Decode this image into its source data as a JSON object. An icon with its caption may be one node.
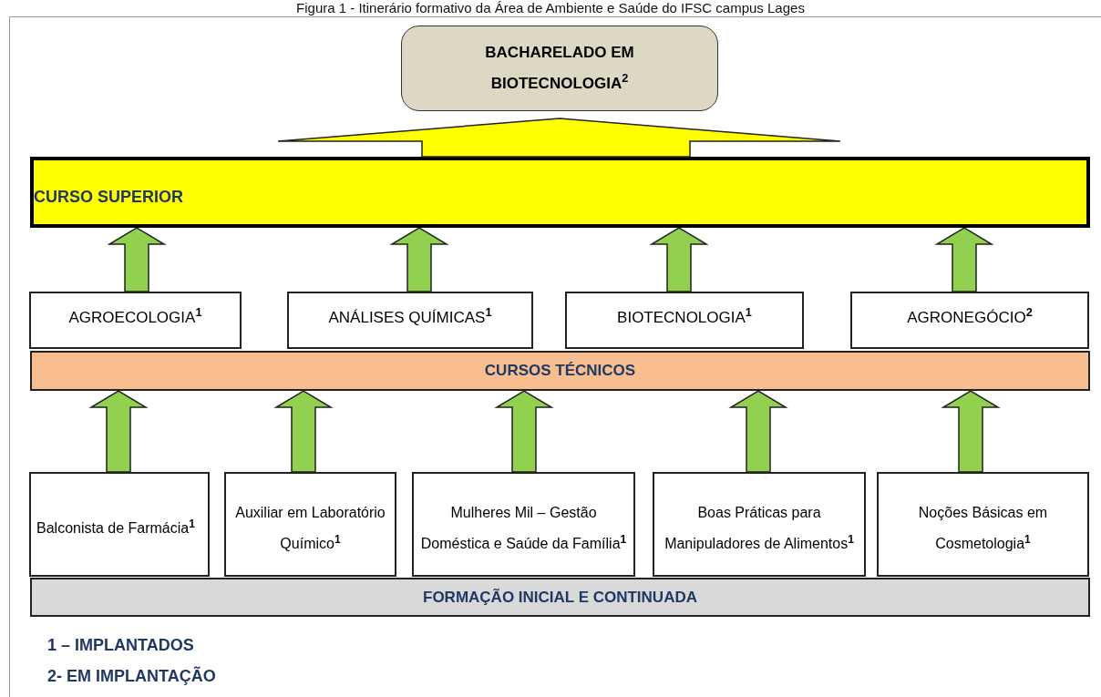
{
  "diagram": {
    "title": "Figura 1 - Itinerário formativo da Área de Ambiente e Saúde do IFSC campus Lages",
    "nodes": [
      {
        "text": [
          "BACHARELADO EM BIOTECNOLOGIA$^{2}$"
        ]
      },
      {
        "text": [
          "CURSO SUPERIOR"
        ]
      },
      {
        "text": [
          "AGROECOLOGIA$^{1}$"
        ]
      },
      {
        "text": [
          "ANÁLISES QUÍMICAS$^{1}$"
        ]
      },
      {
        "text": [
          "BIOTECNOLOGIA$^{1}$"
        ]
      },
      {
        "text": [
          "AGRONEGÓCIO$^{2}$"
        ]
      },
      {
        "text": [
          "CURSOS TÉCNICOS"
        ]
      },
      {
        "text": [
          "Balconista de Farmácia$^{1}$"
        ]
      },
      {
        "text": [
          "Auxiliar em Laboratório Químico$^{1}$"
        ]
      },
      {
        "text": [
          "Mulheres Mil – Gestão Doméstica e Saúde da Família$^{1}$"
        ]
      },
      {
        "text": [
          "Boas Práticas para Manipuladores de Alimentos$^{1}$"
        ]
      },
      {
        "text": [
          "Noções Básicas em Cosmetologia$^{1}$"
        ]
      },
      {
        "text": [
          "FORMAÇÃO INICIAL E CONTINUADA"
        ]
      }
    ],
    "edges": [
      {
        "from": 1,
        "to": 0,
        "arrow": "to"
      },
      {
        "from": 2,
        "to": 1,
        "arrow": "to"
      },
      {
        "from": 3,
        "to": 1,
        "arrow": "to"
      },
      {
        "from": 4,
        "to": 1,
        "arrow": "to"
      },
      {
        "from": 5,
        "to": 1,
        "arrow": "to"
      },
      {
        "from": 7,
        "to": 6,
        "arrow": "to"
      },
      {
        "from": 8,
        "to": 6,
        "arrow": "to"
      },
      {
        "from": 9,
        "to": 6,
        "arrow": "to"
      },
      {
        "from": 10,
        "to": 6,
        "arrow": "to"
      },
      {
        "from": 11,
        "to": 6,
        "arrow": "to"
      }
    ],
    "labels": [
      "1 – IMPLANTADOS",
      "2- EM IMPLANTAÇÃO"
    ]
  }
}
